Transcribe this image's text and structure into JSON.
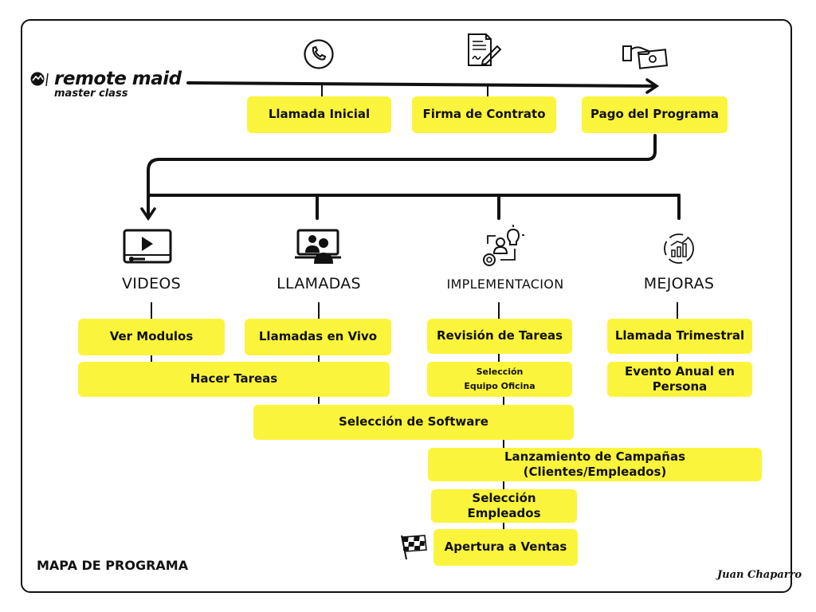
{
  "logo": {
    "brand": "remote maid",
    "sub": "master class",
    "icon": "badge-icon"
  },
  "top_steps": [
    {
      "label": "Llamada Inicial",
      "icon": "phone-icon"
    },
    {
      "label": "Firma de Contrato",
      "icon": "contract-icon"
    },
    {
      "label": "Pago del Programa",
      "icon": "payment-icon"
    }
  ],
  "columns": [
    {
      "heading": "VIDEOS",
      "icon": "video-player-icon"
    },
    {
      "heading": "LLAMADAS",
      "icon": "video-call-icon"
    },
    {
      "heading": "IMPLEMENTACION",
      "icon": "implementation-icon"
    },
    {
      "heading": "MEJORAS",
      "icon": "growth-chart-icon"
    }
  ],
  "tasks": {
    "ver_modulos": "Ver Modulos",
    "llamadas_vivo": "Llamadas en Vivo",
    "revision_tareas": "Revisión de Tareas",
    "llamada_trimestral": "Llamada Trimestral",
    "hacer_tareas": "Hacer Tareas",
    "seleccion_equipo_1": "Selección",
    "seleccion_equipo_2": "Equipo Oficina",
    "evento_anual_1": "Evento Anual en",
    "evento_anual_2": "Persona",
    "seleccion_software": "Selección de Software",
    "lanzamiento": "Lanzamiento de Campañas (Clientes/Empleados)",
    "seleccion_empleados": "Selección Empleados",
    "apertura": "Apertura a Ventas"
  },
  "finish_icon": "checkered-flag-icon",
  "footer": {
    "title": "MAPA DE PROGRAMA",
    "signature": "Juan Chaparro"
  },
  "colors": {
    "box": "#fbf43c",
    "line": "#111111"
  }
}
